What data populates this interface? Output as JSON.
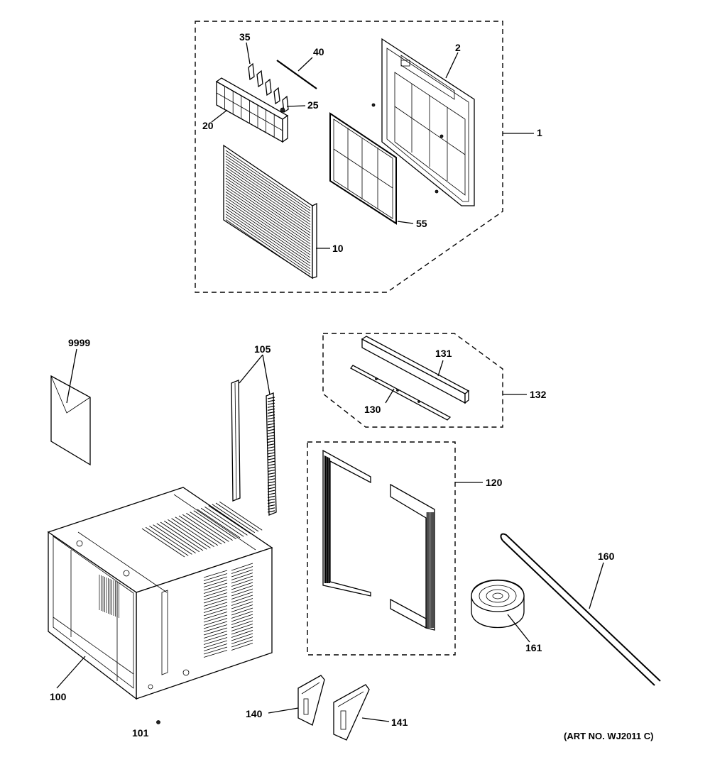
{
  "callouts": {
    "c1": "1",
    "c2": "2",
    "c10": "10",
    "c20": "20",
    "c25": "25",
    "c35": "35",
    "c40": "40",
    "c55": "55",
    "c100": "100",
    "c101": "101",
    "c105": "105",
    "c120": "120",
    "c130": "130",
    "c131": "131",
    "c132": "132",
    "c140": "140",
    "c141": "141",
    "c160": "160",
    "c161": "161",
    "c9999": "9999"
  },
  "art_number": "(ART NO. WJ2011 C)"
}
